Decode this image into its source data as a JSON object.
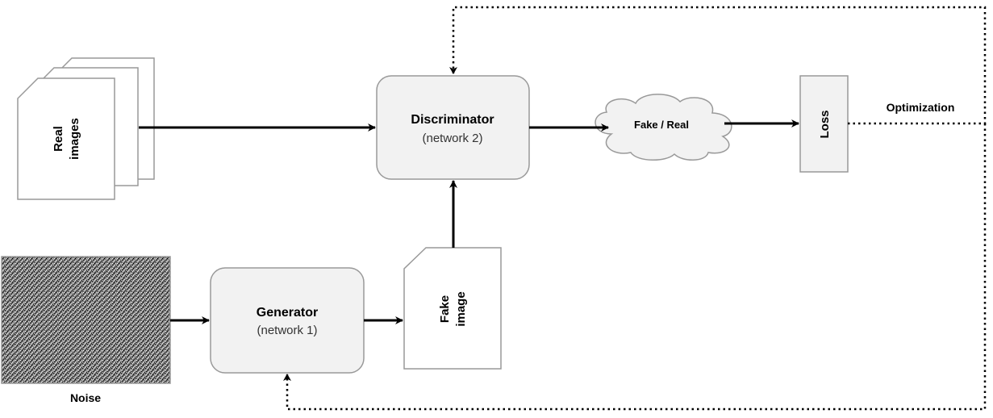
{
  "nodes": {
    "real_images": {
      "label_line1": "Real",
      "label_line2": "images"
    },
    "discriminator": {
      "title": "Discriminator",
      "subtitle": "(network 2)"
    },
    "generator": {
      "title": "Generator",
      "subtitle": "(network 1)"
    },
    "fake_image": {
      "label_line1": "Fake",
      "label_line2": "image"
    },
    "noise": {
      "label": "Noise"
    },
    "fake_real": {
      "label": "Fake / Real"
    },
    "loss": {
      "label": "Loss"
    }
  },
  "edges": {
    "optimization": {
      "label": "Optimization"
    }
  },
  "colors": {
    "node_fill": "#f2f2f2",
    "node_stroke": "#999999",
    "edge": "#000000"
  }
}
